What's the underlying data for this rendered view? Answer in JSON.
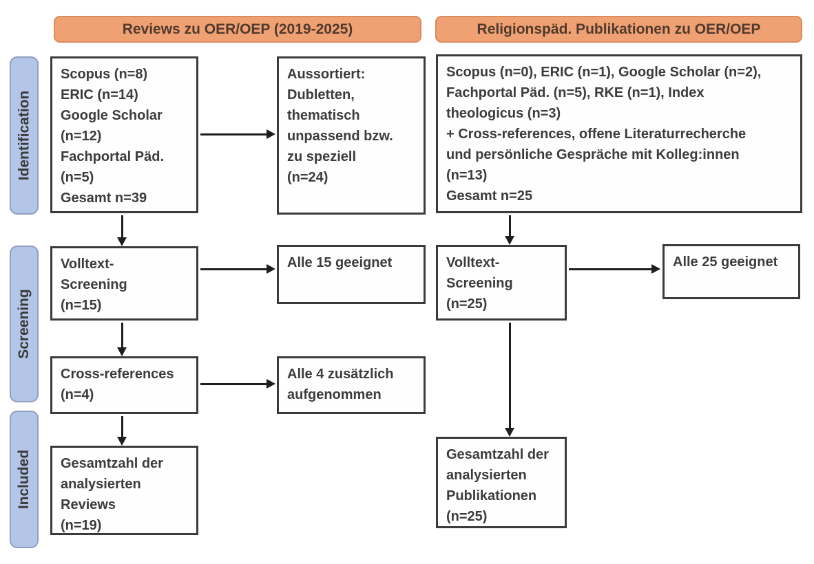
{
  "diagram": {
    "title_left": "Reviews zu OER/OEP (2019-2025)",
    "title_right": "Religionspäd. Publikationen zu OER/OEP"
  },
  "stages": {
    "identification": "Identification",
    "screening": "Screening",
    "included": "Included"
  },
  "left_flow": {
    "sources": "Scopus (n=8)\nERIC (n=14)\nGoogle Scholar\n(n=12)\nFachportal Päd.\n(n=5)\nGesamt n=39",
    "excluded": "Aussortiert:\nDubletten,\nthematisch\nunpassend bzw.\nzu speziell\n(n=24)",
    "fulltext_screening": "Volltext-\nScreening\n(n=15)",
    "fulltext_result": "Alle 15 geeignet",
    "cross_references": "Cross-references\n(n=4)",
    "cross_references_result": "Alle 4 zusätzlich\naufgenommen",
    "included_total": "Gesamtzahl der\nanalysierten\nReviews\n(n=19)"
  },
  "right_flow": {
    "sources": "Scopus (n=0), ERIC (n=1), Google Scholar (n=2),\nFachportal Päd. (n=5), RKE (n=1), Index\ntheologicus (n=3)\n+ Cross-references, offene Literaturrecherche\nund persönliche Gespräche mit Kolleg:innen\n(n=13)\nGesamt n=25",
    "fulltext_screening": "Volltext-\nScreening\n(n=25)",
    "fulltext_result": "Alle 25 geeignet",
    "included_total": "Gesamtzahl der\nanalysierten\nPublikationen\n(n=25)"
  },
  "colors": {
    "header_fill": "#F0A173",
    "header_border": "#D98A5F",
    "stage_fill": "#B4C6E7",
    "stage_border": "#8E9FBF",
    "box_border": "#3B3B3B",
    "text": "#3C3C3C",
    "arrow": "#1E1E1E"
  }
}
